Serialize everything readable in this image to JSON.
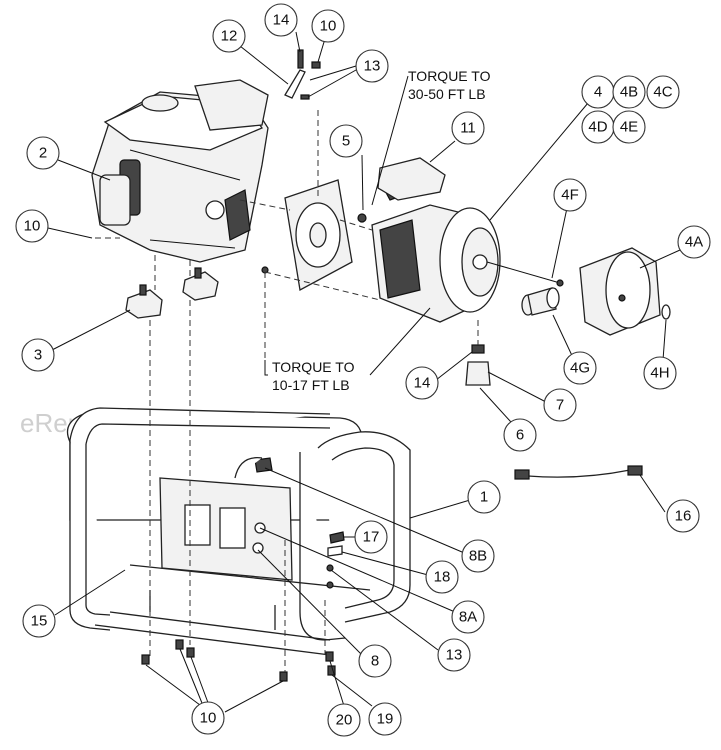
{
  "watermark": "eReplacementParts.com",
  "notes": {
    "torque_upper_line1": "TORQUE TO",
    "torque_upper_line2": "30-50 FT LB",
    "torque_lower_line1": "TORQUE TO",
    "torque_lower_line2": "10-17 FT LB"
  },
  "callouts": {
    "c14_top": "14",
    "c10_top": "10",
    "c12": "12",
    "c13_top": "13",
    "c2": "2",
    "c5": "5",
    "c11": "11",
    "c4": "4",
    "c4B": "4B",
    "c4C": "4C",
    "c4D": "4D",
    "c4E": "4E",
    "c4F": "4F",
    "c4A": "4A",
    "c10_left": "10",
    "c3": "3",
    "c4G": "4G",
    "c4H": "4H",
    "c14_mid": "14",
    "c7": "7",
    "c6": "6",
    "c1": "1",
    "c16": "16",
    "c17": "17",
    "c8B": "8B",
    "c18": "18",
    "c8A": "8A",
    "c15": "15",
    "c13_bot": "13",
    "c8": "8",
    "c10_bot": "10",
    "c20": "20",
    "c19": "19"
  }
}
